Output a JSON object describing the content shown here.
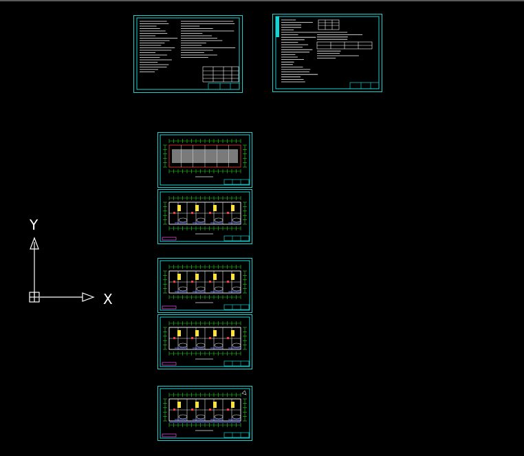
{
  "window": {
    "title": ""
  },
  "ucs": {
    "x_label": "X",
    "y_label": "Y"
  },
  "colors": {
    "background": "#000000",
    "frame": "#19d3d3",
    "text": "#ffffff",
    "wall": "#e8e8e8",
    "dim": "#22dd22",
    "red": "#ff3b3b",
    "yellow": "#ffe23a",
    "blue": "#5a6bff",
    "magenta": "#d84bd8",
    "grey_fill": "#7a7a7a"
  },
  "sheets": [
    {
      "id": "notes-1",
      "kind": "notes"
    },
    {
      "id": "notes-2",
      "kind": "notes-tables"
    },
    {
      "id": "plan-1",
      "kind": "plan-roof"
    },
    {
      "id": "plan-2",
      "kind": "plan-floor"
    },
    {
      "id": "plan-3",
      "kind": "plan-floor"
    },
    {
      "id": "plan-4",
      "kind": "plan-floor"
    },
    {
      "id": "plan-5",
      "kind": "plan-floor-ground"
    }
  ]
}
